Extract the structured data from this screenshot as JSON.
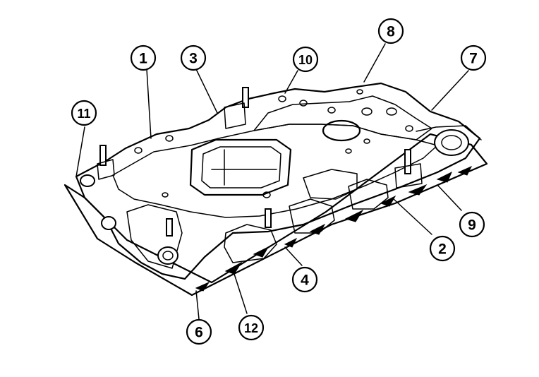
{
  "diagram": {
    "ink_color": "#000000",
    "background_color": "#ffffff",
    "callouts": [
      {
        "id": "c1",
        "label": "1"
      },
      {
        "id": "c2",
        "label": "2"
      },
      {
        "id": "c3",
        "label": "3"
      },
      {
        "id": "c4",
        "label": "4"
      },
      {
        "id": "c6",
        "label": "6"
      },
      {
        "id": "c7",
        "label": "7"
      },
      {
        "id": "c8",
        "label": "8"
      },
      {
        "id": "c9",
        "label": "9"
      },
      {
        "id": "c10",
        "label": "10"
      },
      {
        "id": "c11",
        "label": "11"
      },
      {
        "id": "c12",
        "label": "12"
      }
    ]
  }
}
